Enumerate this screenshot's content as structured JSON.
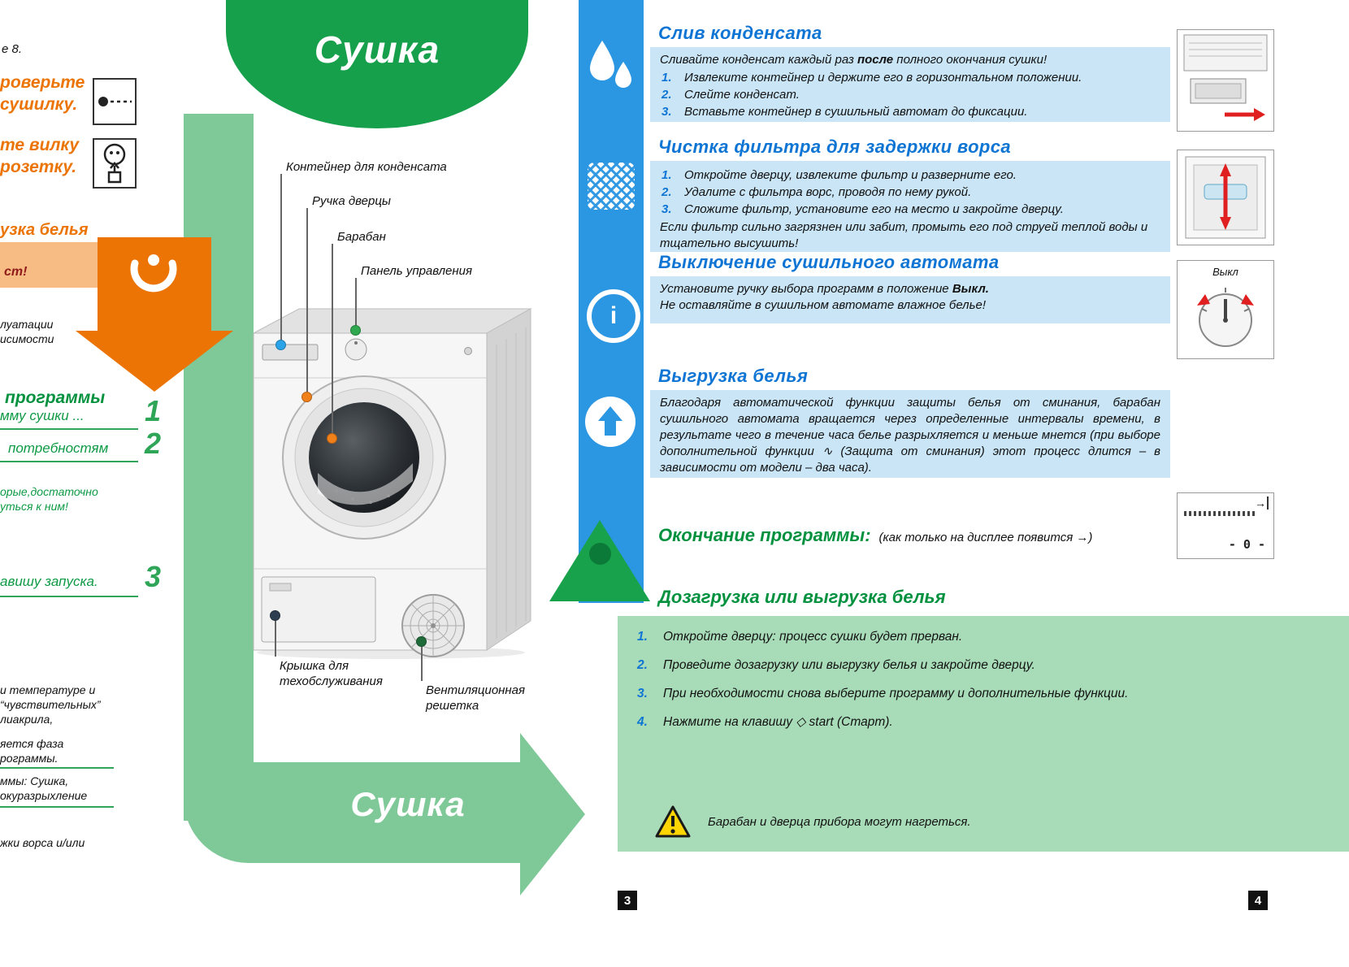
{
  "page": {
    "top_banner_title": "Сушка",
    "bottom_arrow_title": "Сушка",
    "page_number_left": "3",
    "page_number_right": "4"
  },
  "left_column": {
    "ref_note": "е 8.",
    "check_line1": "роверьте",
    "check_line2": "сушилку.",
    "plug_line1": "те вилку",
    "plug_line2": "розетку.",
    "loading_heading": "узка белья",
    "highlight_fragment": "ст!",
    "note_a1": "луатации",
    "note_a2": "исимости",
    "programs_heading": "программы",
    "step1_label": "мму сушки ...",
    "step1_num": "1",
    "step2_label": "потребностям",
    "step2_num": "2",
    "note_b1": "орые,достаточно",
    "note_b2": "уться к ним!",
    "step3_label": "авишу запуска.",
    "step3_num": "3",
    "note_c1": "и температуре и",
    "note_c2": "“чувствительных”",
    "note_c3": "лиакрила,",
    "note_d1": "яется фаза",
    "note_d2": "рограммы.",
    "note_e1": "ммы: Сушка,",
    "note_e2": "окуразрыхление",
    "note_f1": "жки ворса и/или"
  },
  "diagram": {
    "labels": {
      "condensate_container": "Контейнер для конденсата",
      "door_handle": "Ручка дверцы",
      "drum": "Барабан",
      "control_panel": "Панель управления",
      "service_cover_1": "Крышка для",
      "service_cover_2": "техобслуживания",
      "vent_grille_1": "Вентиляционная",
      "vent_grille_2": "решетка"
    }
  },
  "sections": [
    {
      "heading": "Слив конденсата",
      "intro_pre": "Сливайте конденсат каждый раз ",
      "intro_bold": "после",
      "intro_post": " полного окончания сушки!",
      "steps": [
        "Извлеките контейнер и держите его в горизонтальном положении.",
        "Слейте конденсат.",
        "Вставьте контейнер в сушильный автомат до фиксации."
      ]
    },
    {
      "heading": "Чистка фильтра для задержки ворса",
      "steps": [
        "Откройте дверцу, извлеките фильтр и разверните его.",
        "Удалите с фильтра ворс, проводя по нему рукой.",
        "Сложите фильтр, установите его на место и закройте дверцу."
      ],
      "note": "Если фильтр сильно загрязнен или забит, промыть его под струей теплой воды и тщательно высушить!"
    },
    {
      "heading": "Выключение сушильного автомата",
      "line1_pre": "Установите ручку выбора программ в положение ",
      "line1_bold": "Выкл.",
      "line2": "Не оставляйте в сушильном автомате влажное белье!",
      "dial_label": "Выкл"
    },
    {
      "heading": "Выгрузка белья",
      "body": "Благодаря автоматической функции защиты белья от сминания, барабан сушильного автомата вращается через определенные интервалы времени, в результате чего в течение часа белье разрыхляется и меньше мнется (при выборе дополнительной функции ∿ (Защита от сминания) этот процесс длится – в зависимости от модели – два часа)."
    },
    {
      "heading": "Окончание программы:",
      "subnote": "(как только на дисплее появится →)",
      "display_value": "- 0 -",
      "display_symbol": "→"
    },
    {
      "heading": "Дозагрузка или выгрузка белья",
      "steps": [
        "Откройте дверцу: процесс сушки будет прерван.",
        "Проведите дозагрузку или выгрузку белья и закройте дверцу.",
        "При необходимости снова выберите программу и дополнительные функции.",
        "Нажмите на клавишу ◇ start (Старт)."
      ],
      "warning": "Барабан и дверца прибора могут нагреться."
    }
  ],
  "colors": {
    "orange": "#EC7404",
    "green_dark": "#17A04B",
    "green_light": "#7FC897",
    "green_block": "#A8DCB8",
    "blue_band": "#2B96E2",
    "blue_block": "#C9E5F6",
    "heading_blue": "#0F75D4",
    "heading_green": "#00913F"
  }
}
